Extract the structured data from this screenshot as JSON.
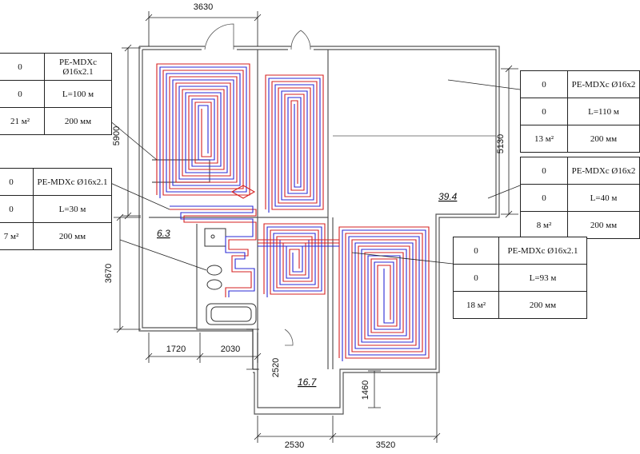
{
  "colors": {
    "supply": "#d62020",
    "return": "#2a2ad6",
    "wall": "#555555",
    "line": "#222222"
  },
  "dimensions": {
    "top": "3630",
    "left_upper": "5900",
    "left_lower": "3670",
    "right_upper": "5130",
    "bottom_1": "1720",
    "bottom_2": "2030",
    "corridor_height": "2520",
    "small_height": "1460",
    "bottom_3": "2530",
    "bottom_4": "3520"
  },
  "rooms": {
    "living": "39.4",
    "bath": "6.3",
    "hall": "16.7"
  },
  "tables": [
    {
      "rows": [
        [
          "0",
          "PE-MDXc Ø16x2.1"
        ],
        [
          "0",
          "L=100 м"
        ],
        [
          "21 м²",
          "200 мм"
        ]
      ]
    },
    {
      "rows": [
        [
          "0",
          "PE-MDXc Ø16x2.1"
        ],
        [
          "0",
          "L=30 м"
        ],
        [
          "7 м²",
          "200 мм"
        ]
      ]
    },
    {
      "rows": [
        [
          "0",
          "PE-MDXc Ø16x2"
        ],
        [
          "0",
          "L=110 м"
        ],
        [
          "13 м²",
          "200 мм"
        ]
      ]
    },
    {
      "rows": [
        [
          "0",
          "PE-MDXc Ø16x2"
        ],
        [
          "0",
          "L=40 м"
        ],
        [
          "8 м²",
          "200 мм"
        ]
      ]
    },
    {
      "rows": [
        [
          "0",
          "PE-MDXc Ø16x2.1"
        ],
        [
          "0",
          "L=93 м"
        ],
        [
          "18 м²",
          "200 мм"
        ]
      ]
    }
  ]
}
